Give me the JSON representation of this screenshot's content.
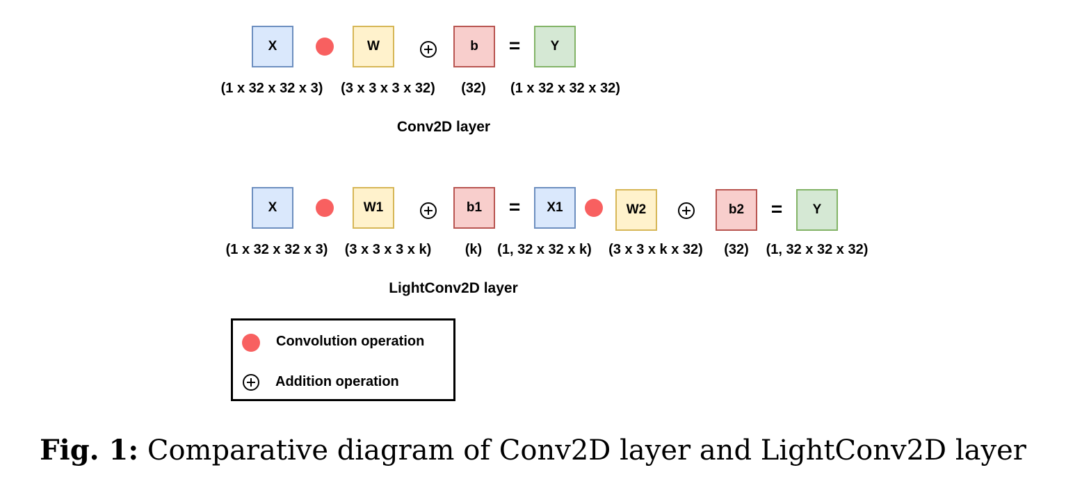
{
  "conv2d": {
    "boxes": {
      "x": "X",
      "w": "W",
      "b": "b",
      "y": "Y"
    },
    "dims": {
      "x": "(1 x 32 x 32 x 3)",
      "w": "(3 x 3 x 3 x 32)",
      "b": "(32)",
      "y": "(1 x 32 x 32 x 32)"
    },
    "equals": "=",
    "title": "Conv2D layer"
  },
  "lightconv2d": {
    "boxes": {
      "x": "X",
      "w1": "W1",
      "b1": "b1",
      "x1": "X1",
      "w2": "W2",
      "b2": "b2",
      "y": "Y"
    },
    "dims": {
      "x": "(1 x 32 x 32 x 3)",
      "w1": "(3 x 3 x 3 x k)",
      "b1": "(k)",
      "x1": "(1, 32 x 32 x k)",
      "w2": "(3 x 3 x k x 32)",
      "b2": "(32)",
      "y": "(1, 32 x 32 x 32)"
    },
    "equals": "=",
    "title": "LightConv2D layer"
  },
  "legend": {
    "convolution": "Convolution operation",
    "addition": "Addition operation"
  },
  "caption": {
    "label": "Fig. 1:",
    "text": "Comparative diagram of Conv2D layer and LightConv2D layer"
  },
  "colors": {
    "input_fill": "#dae8fc",
    "input_border": "#6c8ebf",
    "weight_fill": "#fff2cc",
    "weight_border": "#d6b656",
    "bias_fill": "#f8cecc",
    "bias_border": "#b85450",
    "output_fill": "#d5e8d4",
    "output_border": "#82b366",
    "convolution_dot": "#f86060"
  },
  "icons": {
    "convolution": "filled-circle",
    "addition": "circled-plus"
  }
}
